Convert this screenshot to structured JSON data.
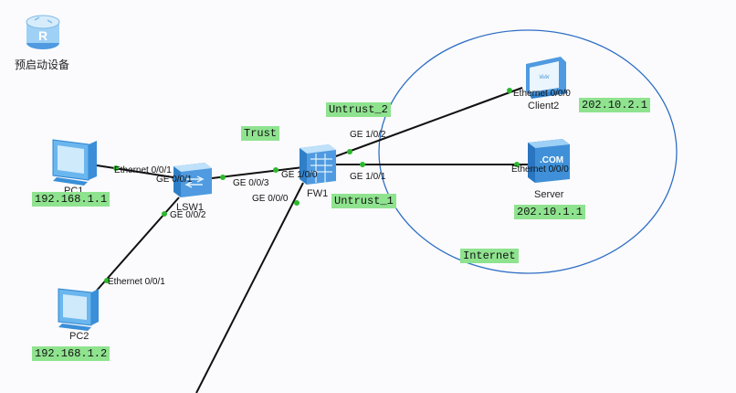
{
  "toolbar": {
    "start_device_label": "预启动设备"
  },
  "devices": {
    "pc1": {
      "name": "PC1",
      "ip": "192.168.1.1"
    },
    "pc2": {
      "name": "PC2",
      "ip": "192.168.1.2"
    },
    "lsw1": {
      "name": "LSW1"
    },
    "fw1": {
      "name": "FW1"
    },
    "client2": {
      "name": "Client2",
      "ip": "202.10.2.1"
    },
    "server": {
      "name": "Server",
      "ip": "202.10.1.1"
    }
  },
  "ports": {
    "pc1_eth": "Ethernet 0/0/1",
    "lsw_ge001": "GE 0/0/1",
    "lsw_ge003": "GE 0/0/3",
    "lsw_ge002": "GE 0/0/2",
    "pc2_eth": "Ethernet 0/0/1",
    "fw_ge100": "GE 1/0/0",
    "fw_ge000": "GE 0/0/0",
    "fw_ge102": "GE 1/0/2",
    "fw_ge101": "GE 1/0/1",
    "client_eth": "Ethernet 0/0/0",
    "server_eth": "Ethernet 0/0/0"
  },
  "zones": {
    "trust": "Trust",
    "untrust1": "Untrust_1",
    "untrust2": "Untrust_2",
    "internet": "Internet"
  },
  "icons": {
    "router": "router-icon",
    "pc": "pc-icon",
    "switch": "switch-icon",
    "firewall": "firewall-icon",
    "client": "client-icon",
    "server": "server-icon"
  },
  "colors": {
    "device_blue": "#3a8fd8",
    "tag_green": "#8fe38f",
    "link_endpoint": "#2db82d",
    "cloud_outline": "#2f6fc4"
  }
}
